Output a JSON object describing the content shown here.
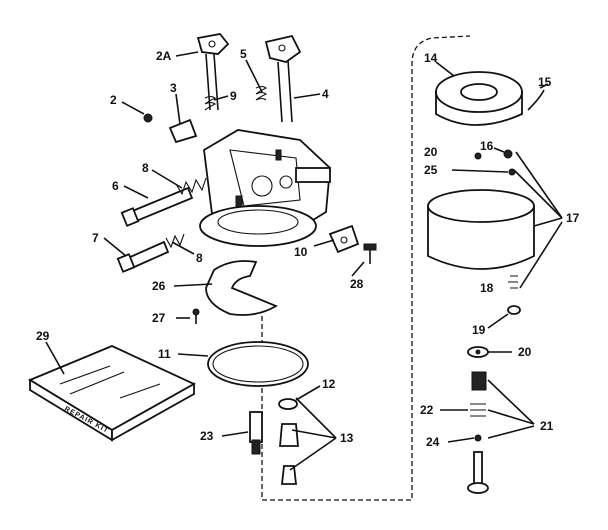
{
  "diagram": {
    "kit_text": "REPAIR KIT",
    "callouts": [
      {
        "key": "c2a",
        "label": "2A"
      },
      {
        "key": "c5",
        "label": "5"
      },
      {
        "key": "c4",
        "label": "4"
      },
      {
        "key": "c2",
        "label": "2"
      },
      {
        "key": "c3",
        "label": "3"
      },
      {
        "key": "c9",
        "label": "9"
      },
      {
        "key": "c8a",
        "label": "8"
      },
      {
        "key": "c6",
        "label": "6"
      },
      {
        "key": "c7",
        "label": "7"
      },
      {
        "key": "c8b",
        "label": "8"
      },
      {
        "key": "c10",
        "label": "10"
      },
      {
        "key": "c28",
        "label": "28"
      },
      {
        "key": "c26",
        "label": "26"
      },
      {
        "key": "c27",
        "label": "27"
      },
      {
        "key": "c29",
        "label": "29"
      },
      {
        "key": "c11",
        "label": "11"
      },
      {
        "key": "c12",
        "label": "12"
      },
      {
        "key": "c13",
        "label": "13"
      },
      {
        "key": "c23",
        "label": "23"
      },
      {
        "key": "c14",
        "label": "14"
      },
      {
        "key": "c15",
        "label": "15"
      },
      {
        "key": "c16",
        "label": "16"
      },
      {
        "key": "c20a",
        "label": "20"
      },
      {
        "key": "c25",
        "label": "25"
      },
      {
        "key": "c17",
        "label": "17"
      },
      {
        "key": "c18",
        "label": "18"
      },
      {
        "key": "c19",
        "label": "19"
      },
      {
        "key": "c20b",
        "label": "20"
      },
      {
        "key": "c22",
        "label": "22"
      },
      {
        "key": "c21",
        "label": "21"
      },
      {
        "key": "c24",
        "label": "24"
      }
    ]
  }
}
